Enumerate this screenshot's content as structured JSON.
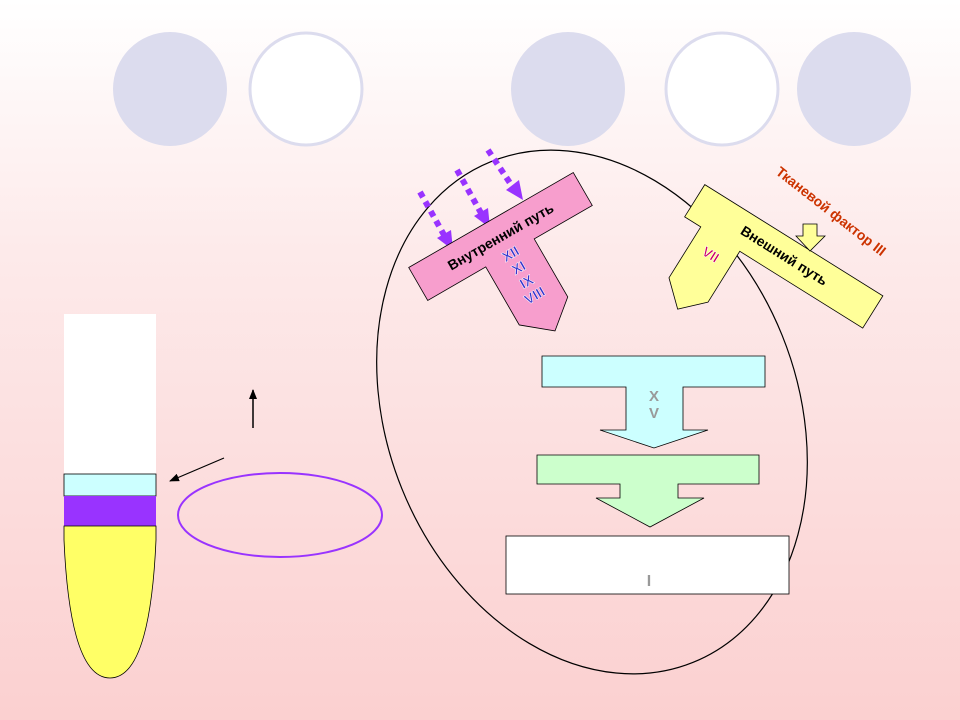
{
  "colors": {
    "circle_filled": "#dcdcee",
    "circle_outline": "#dcdcee",
    "intrinsic_shape": "#f79ecd",
    "extrinsic_shape": "#ffff99",
    "common_x": "#ccffff",
    "common_second": "#ccffcc",
    "arrow_purple": "#9933ff",
    "tube_plasma": "#ffffff",
    "tube_buffy": "#ccffff",
    "tube_purple": "#9933ff",
    "tube_yellow": "#ffff66",
    "roman_blue": "#3333cc",
    "roman_red": "#cc0066",
    "tissue_factor_text": "#cc3300"
  },
  "intrinsic": {
    "title": "Внутренний путь",
    "factors": [
      "XII",
      "XI",
      "IX",
      "VIII"
    ]
  },
  "extrinsic": {
    "title": "Внешний путь",
    "factor": "VII",
    "tissue_factor": "Тканевой фактор III"
  },
  "common": {
    "factor_x": "X",
    "factor_v": "V",
    "final_label": "I"
  },
  "decor": {
    "circles": [
      "filled",
      "outline",
      "filled",
      "outline",
      "filled"
    ]
  }
}
